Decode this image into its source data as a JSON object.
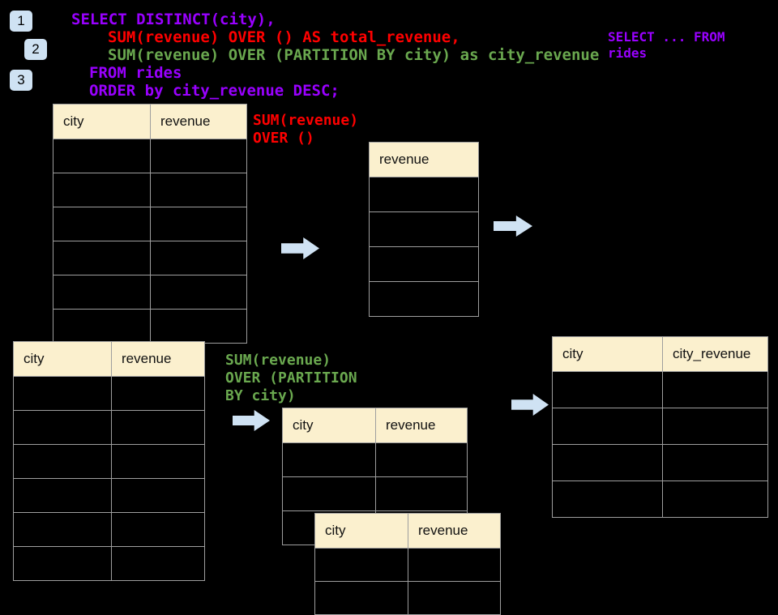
{
  "colors": {
    "background": "#000000",
    "sql_purple": "#9900ff",
    "sql_red": "#ff0000",
    "sql_green": "#6aa84f",
    "table_header_bg": "#fbf0ce",
    "table_border": "#9e9e9e",
    "arrow_blue": "#cfe2f3",
    "badge_bg": "#cfe2f3"
  },
  "badges": [
    {
      "label": "1"
    },
    {
      "label": "2"
    },
    {
      "label": "3"
    }
  ],
  "sql": {
    "lines": [
      {
        "text": "SELECT DISTINCT(city),",
        "color": "#9900ff"
      },
      {
        "text": "SUM(revenue) OVER () AS total_revenue,",
        "color": "#ff0000"
      },
      {
        "text": "SUM(revenue) OVER (PARTITION BY city) as city_revenue",
        "color": "#6aa84f"
      },
      {
        "text": "FROM rides",
        "color": "#9900ff"
      },
      {
        "text": "ORDER by city_revenue DESC;",
        "color": "#9900ff"
      }
    ]
  },
  "side_note": {
    "lines": [
      "SELECT ... FROM",
      "rides"
    ],
    "color": "#9900ff"
  },
  "annotations": {
    "total_label": {
      "lines": [
        "SUM(revenue)",
        "OVER ()"
      ],
      "color": "#ff0000"
    },
    "partition_label": {
      "lines": [
        "SUM(revenue)",
        "OVER (PARTITION",
        "BY city)"
      ],
      "color": "#6aa84f"
    }
  },
  "tables": {
    "source_top": {
      "headers": [
        "city",
        "revenue"
      ],
      "rows": 6
    },
    "total_result": {
      "headers": [
        "revenue"
      ],
      "rows": 4
    },
    "source_bottom": {
      "headers": [
        "city",
        "revenue"
      ],
      "rows": 6
    },
    "partition_mid": {
      "headers": [
        "city",
        "revenue"
      ],
      "rows": 3
    },
    "partition_overlay": {
      "headers": [
        "city",
        "revenue"
      ],
      "rows": 2
    },
    "final_result": {
      "headers": [
        "city",
        "city_revenue"
      ],
      "rows": 4
    }
  }
}
